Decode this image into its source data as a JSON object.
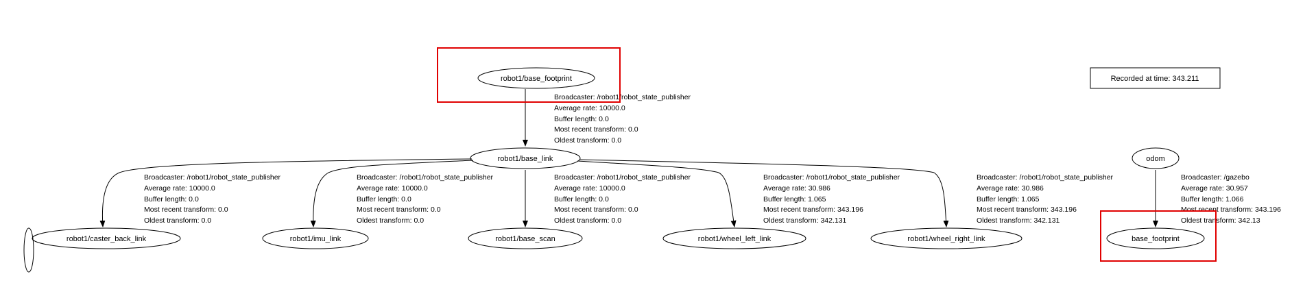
{
  "recorded": {
    "label": "Recorded at time: 343.211"
  },
  "colors": {
    "highlight": "#e00000",
    "stroke": "#000000"
  },
  "nodes": {
    "base_footprint_robot": "robot1/base_footprint",
    "base_link": "robot1/base_link",
    "caster_back_link": "robot1/caster_back_link",
    "imu_link": "robot1/imu_link",
    "base_scan": "robot1/base_scan",
    "wheel_left_link": "robot1/wheel_left_link",
    "wheel_right_link": "robot1/wheel_right_link",
    "odom": "odom",
    "base_footprint": "base_footprint"
  },
  "edges": [
    {
      "from": "robot1/base_footprint",
      "to": "robot1/base_link",
      "broadcaster": "Broadcaster: /robot1/robot_state_publisher",
      "rate": "Average rate: 10000.0",
      "buffer": "Buffer length: 0.0",
      "recent": "Most recent transform: 0.0",
      "oldest": "Oldest transform: 0.0"
    },
    {
      "from": "robot1/base_link",
      "to": "robot1/caster_back_link",
      "broadcaster": "Broadcaster: /robot1/robot_state_publisher",
      "rate": "Average rate: 10000.0",
      "buffer": "Buffer length: 0.0",
      "recent": "Most recent transform: 0.0",
      "oldest": "Oldest transform: 0.0"
    },
    {
      "from": "robot1/base_link",
      "to": "robot1/imu_link",
      "broadcaster": "Broadcaster: /robot1/robot_state_publisher",
      "rate": "Average rate: 10000.0",
      "buffer": "Buffer length: 0.0",
      "recent": "Most recent transform: 0.0",
      "oldest": "Oldest transform: 0.0"
    },
    {
      "from": "robot1/base_link",
      "to": "robot1/base_scan",
      "broadcaster": "Broadcaster: /robot1/robot_state_publisher",
      "rate": "Average rate: 10000.0",
      "buffer": "Buffer length: 0.0",
      "recent": "Most recent transform: 0.0",
      "oldest": "Oldest transform: 0.0"
    },
    {
      "from": "robot1/base_link",
      "to": "robot1/wheel_left_link",
      "broadcaster": "Broadcaster: /robot1/robot_state_publisher",
      "rate": "Average rate: 30.986",
      "buffer": "Buffer length: 1.065",
      "recent": "Most recent transform: 343.196",
      "oldest": "Oldest transform: 342.131"
    },
    {
      "from": "robot1/base_link",
      "to": "robot1/wheel_right_link",
      "broadcaster": "Broadcaster: /robot1/robot_state_publisher",
      "rate": "Average rate: 30.986",
      "buffer": "Buffer length: 1.065",
      "recent": "Most recent transform: 343.196",
      "oldest": "Oldest transform: 342.131"
    },
    {
      "from": "odom",
      "to": "base_footprint",
      "broadcaster": "Broadcaster: /gazebo",
      "rate": "Average rate: 30.957",
      "buffer": "Buffer length: 1.066",
      "recent": "Most recent transform: 343.196",
      "oldest": "Oldest transform: 342.13"
    }
  ]
}
